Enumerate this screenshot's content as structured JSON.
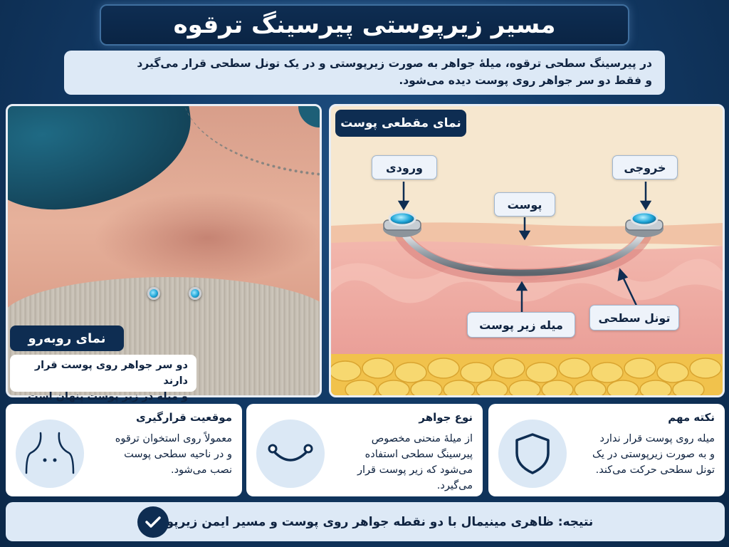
{
  "title": "مسیر زیرپوستی پیرسینگ ترقوه",
  "intro": {
    "line1": "در پیرسینگ سطحی ترقوه، میلهٔ جواهر به صورت زیرپوستی و در یک تونل سطحی قرار می‌گیرد",
    "line2": "و فقط دو سر جواهر روی پوست دیده می‌شود."
  },
  "front_view": {
    "label": "نمای روبه‌رو",
    "caption_line1": "دو سر جواهر روی پوست قرار دارند",
    "caption_line2": "و میله در زیر پوست پنهان است."
  },
  "cross_section": {
    "label": "نمای مقطعی پوست",
    "entry": "ورودی",
    "exit": "خروجی",
    "skin": "پوست",
    "bar": "میله زیر پوست",
    "tunnel": "تونل سطحی"
  },
  "cards": [
    {
      "title": "موقعیت قرارگیری",
      "lines": [
        "معمولاً روی استخوان ترقوه",
        "و در ناحیه سطحی پوست",
        "نصب می‌شود."
      ],
      "icon": "neck-icon"
    },
    {
      "title": "نوع جواهر",
      "lines": [
        "از میلهٔ منحنی مخصوص",
        "پیرسینگ سطحی استفاده",
        "می‌شود که زیر پوست قرار می‌گیرد."
      ],
      "icon": "curved-bar-icon"
    },
    {
      "title": "نکته مهم",
      "lines": [
        "میله روی پوست قرار ندارد",
        "و به صورت زیرپوستی در یک",
        "تونل سطحی حرکت می‌کند."
      ],
      "icon": "shield-icon"
    }
  ],
  "result": "نتیجه: ظاهری مینیمال با دو نقطه جواهر روی پوست و مسیر ایمن زیرپوستی",
  "colors": {
    "navy": "#0e2d52",
    "background": "#123a66",
    "light_panel": "#dde9f6",
    "gem": "#1fa6d8"
  }
}
